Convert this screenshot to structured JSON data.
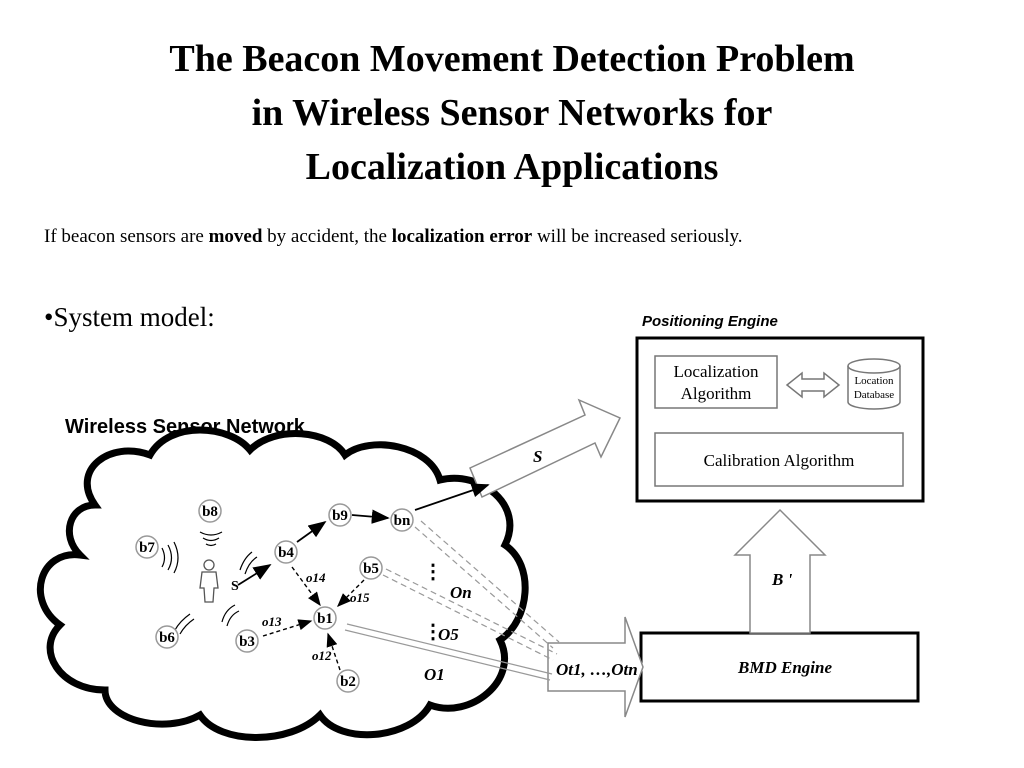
{
  "slide": {
    "title_lines": [
      "The Beacon Movement Detection Problem",
      "in Wireless Sensor Networks for",
      "Localization Applications"
    ],
    "subtitle": {
      "part1": "If beacon sensors are ",
      "bold1": "moved",
      "part2": " by accident, the ",
      "bold2": "localization error",
      "part3": " will be increased seriously."
    },
    "bullet": "•System model:"
  },
  "diagram": {
    "wsn_label": "Wireless Sensor Network",
    "positioning_engine_label": "Positioning Engine",
    "localization_algorithm": [
      "Localization",
      "Algorithm"
    ],
    "location_database": [
      "Location",
      "Database"
    ],
    "calibration_algorithm": "Calibration Algorithm",
    "bmd_engine": "BMD Engine",
    "arrow_s": "S",
    "arrow_b": "B '",
    "nodes": {
      "b8": "b8",
      "b7": "b7",
      "b4": "b4",
      "b9": "b9",
      "bn": "bn",
      "b5": "b5",
      "b1": "b1",
      "b6": "b6",
      "b3": "b3",
      "b2": "b2"
    },
    "person_s": "S",
    "edge_labels": {
      "o14": "o14",
      "o15": "o15",
      "o13": "o13",
      "o12": "o12"
    },
    "obs_labels": {
      "on": "On",
      "o5": "O5",
      "o1": "O1"
    },
    "obs_sum": "Ot1, …,Otn",
    "dots": "⋮"
  }
}
